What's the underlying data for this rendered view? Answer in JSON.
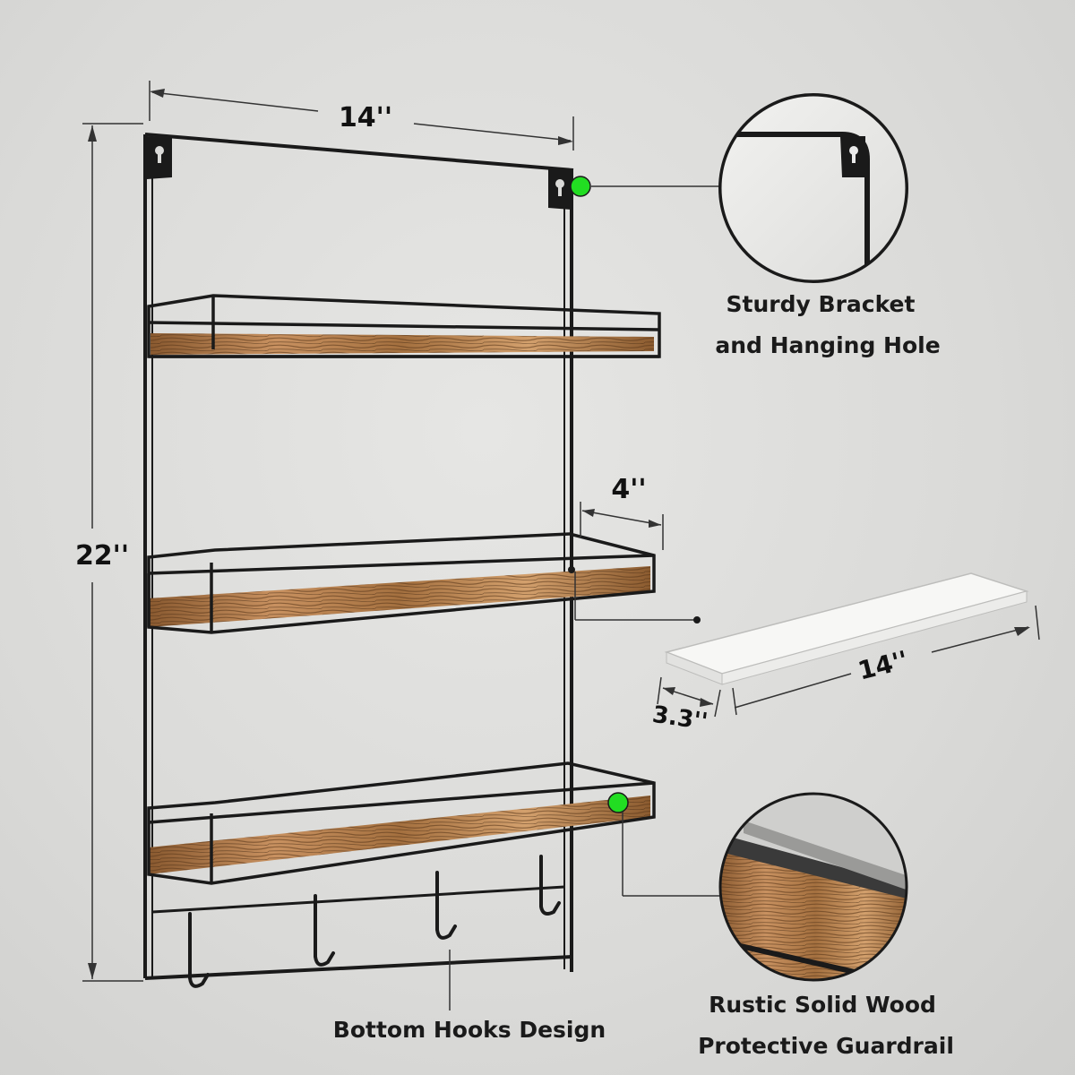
{
  "dimensions": {
    "width": "14''",
    "height": "22''",
    "depth": "4''",
    "board_length": "14''",
    "board_depth": "3.3''"
  },
  "features": {
    "bracket_line1": "Sturdy Bracket",
    "bracket_line2": "and Hanging Hole",
    "wood_line1": "Rustic Solid Wood",
    "wood_line2": "Protective Guardrail",
    "hooks": "Bottom Hooks Design"
  },
  "colors": {
    "metal": "#1a1a1a",
    "wood": "#b07a45",
    "wood_dark": "#6b4423",
    "callout_dot": "#22dd22",
    "board": "#f7f7f5"
  }
}
